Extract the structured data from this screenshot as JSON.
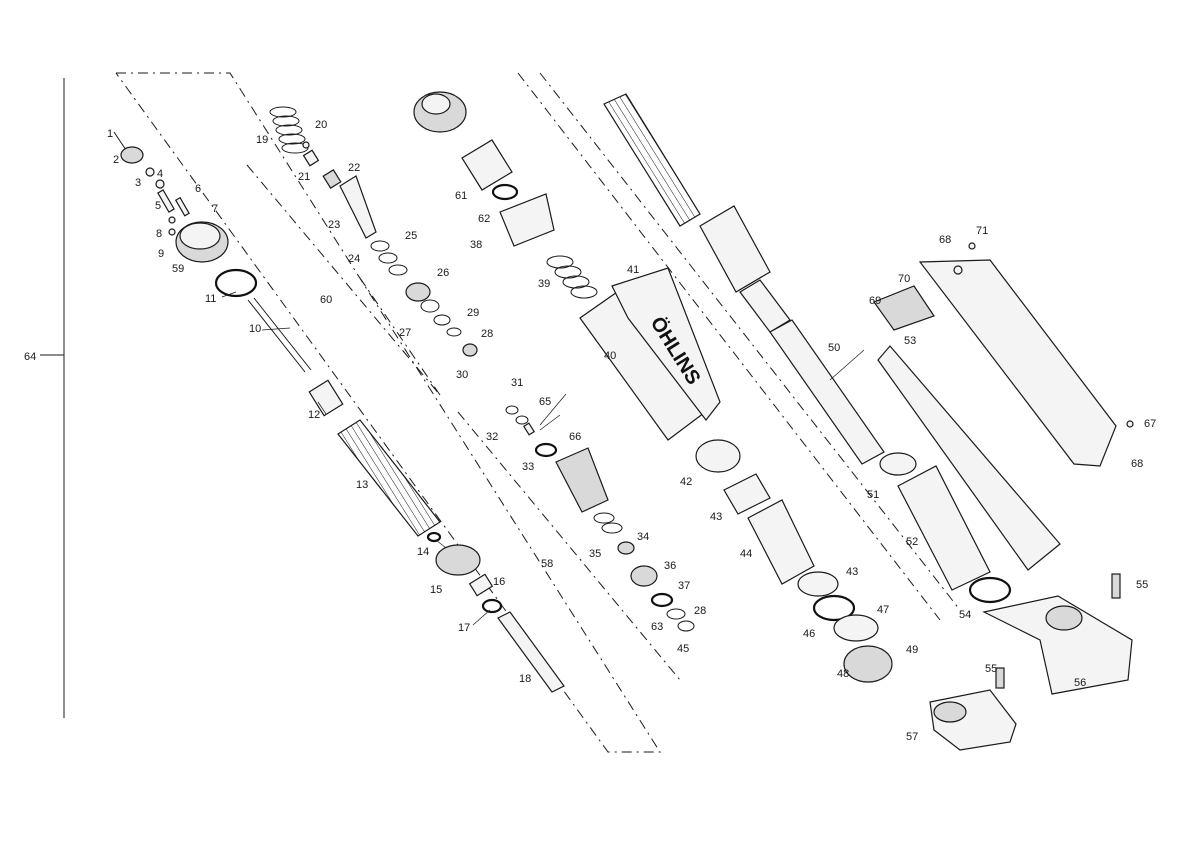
{
  "brand_text": "ÖHLINS",
  "colors": {
    "ink": "#1a1a1a",
    "paper": "#ffffff",
    "shade": "#d9d9d9"
  },
  "labels": {
    "p1": "1",
    "p2": "2",
    "p3": "3",
    "p4": "4",
    "p5": "5",
    "p6": "6",
    "p7": "7",
    "p8": "8",
    "p9": "9",
    "p10": "10",
    "p11": "11",
    "p12": "12",
    "p13": "13",
    "p14": "14",
    "p15": "15",
    "p16": "16",
    "p17": "17",
    "p18": "18",
    "p19": "19",
    "p20": "20",
    "p21": "21",
    "p22": "22",
    "p23": "23",
    "p24": "24",
    "p25": "25",
    "p26": "26",
    "p27": "27",
    "p28a": "28",
    "p28b": "28",
    "p29": "29",
    "p30": "30",
    "p31": "31",
    "p32": "32",
    "p33": "33",
    "p34": "34",
    "p35": "35",
    "p36": "36",
    "p37": "37",
    "p38": "38",
    "p39": "39",
    "p40": "40",
    "p41": "41",
    "p42": "42",
    "p43a": "43",
    "p43b": "43",
    "p44": "44",
    "p45": "45",
    "p46": "46",
    "p47": "47",
    "p48": "48",
    "p49": "49",
    "p50": "50",
    "p51": "51",
    "p52": "52",
    "p53": "53",
    "p54": "54",
    "p55a": "55",
    "p55b": "55",
    "p56": "56",
    "p57": "57",
    "p58": "58",
    "p59": "59",
    "p60": "60",
    "p61": "61",
    "p62": "62",
    "p63": "63",
    "p64": "64",
    "p65": "65",
    "p66": "66",
    "p67": "67",
    "p68a": "68",
    "p68b": "68",
    "p69": "69",
    "p70": "70",
    "p71": "71"
  }
}
